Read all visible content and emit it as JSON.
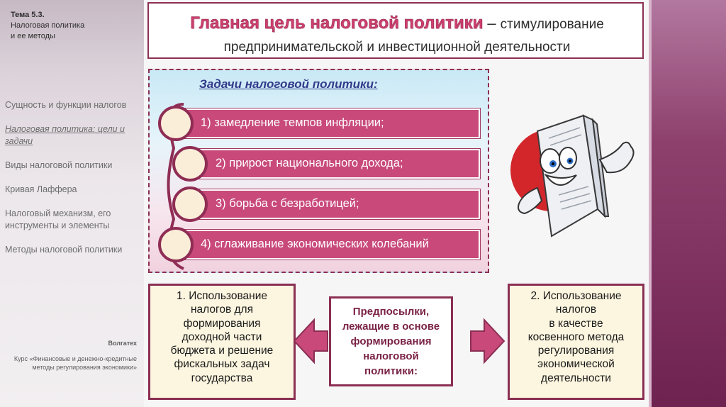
{
  "sidebar": {
    "topic_line1": "Тема 5.3.",
    "topic_line2": "Налоговая политика",
    "topic_line3": "и ее методы",
    "nav": [
      {
        "label": "Сущность и функции налогов",
        "active": false
      },
      {
        "label": "Налоговая политика: цели и задачи",
        "active": true
      },
      {
        "label": "Виды налоговой политики",
        "active": false
      },
      {
        "label": "Кривая Лаффера",
        "active": false
      },
      {
        "label": "Налоговый механизм, его инструменты и элементы",
        "active": false
      },
      {
        "label": "Методы налоговой политики",
        "active": false
      }
    ],
    "publisher": "Волгатех",
    "course": "Курс «Финансовые и денежно-кредитные методы регулирования экономики»"
  },
  "header": {
    "title": "Главная цель налоговой политики",
    "dash": "–",
    "desc_line1": "стимулирование",
    "desc_line2": "предпринимательской и инвестиционной деятельности"
  },
  "tasks": {
    "title": "Задачи налоговой политики:",
    "items": [
      "1) замедление темпов инфляции;",
      "2) прирост национального дохода;",
      "3) борьба с безработицей;",
      "4) сглаживание экономических колебаний"
    ]
  },
  "bottom": {
    "left_lines": [
      "1. Использование",
      "налогов  для",
      "формирования",
      "доходной части",
      "бюджета и  решение",
      "фискальных задач",
      "государства"
    ],
    "center_lines": [
      "Предпосылки,",
      "лежащие в основе",
      "формирования",
      "налоговой",
      "политики:"
    ],
    "right_lines": [
      "2. Использование",
      "налогов",
      "в качестве",
      "косвенного метода",
      "регулирования",
      "экономической",
      "деятельности"
    ]
  },
  "colors": {
    "accent": "#8b2f53",
    "task_bar": "#c8497a",
    "title_pink": "#ce3e6c",
    "tasks_title": "#333a8a"
  }
}
